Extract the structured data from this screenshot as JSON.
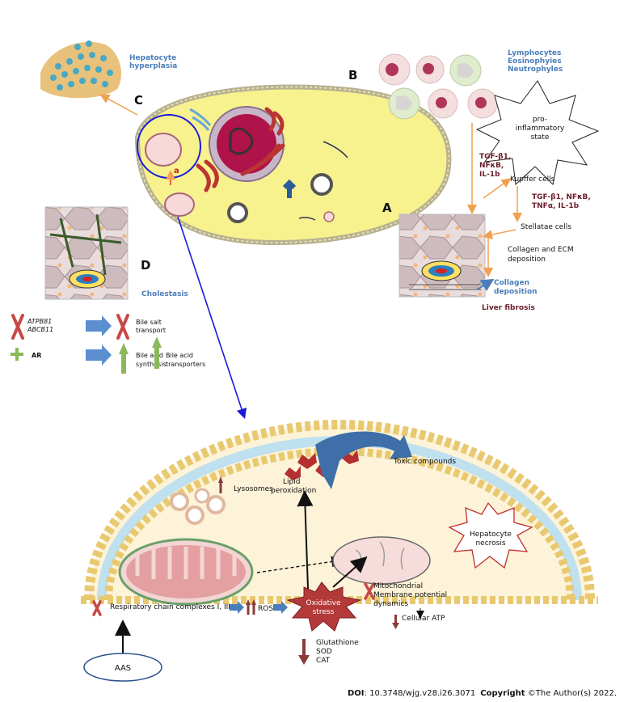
{
  "labels": {
    "panel_a": "A",
    "panel_b": "B",
    "panel_c": "C",
    "panel_d": "D",
    "small_a": "a",
    "hyperplasia_1": "Hepatocyte",
    "hyperplasia_2": "hyperplasia",
    "immune_1": "Lymphocytes",
    "immune_2": "Eosinophyies",
    "immune_3": "Neutrophyles",
    "proinflam_1": "pro-",
    "proinflam_2": "inflammatory",
    "proinflam_3": "state",
    "cyto1_1": "TGF-β1,",
    "cyto1_2": "NFκB,",
    "cyto1_3": "IL-1b",
    "kupffer": "Kupffer cells",
    "cyto2_1": "TGF-β1, NFκB,",
    "cyto2_2": "TNFα, IL-1b",
    "stellate": "Stellatae cells",
    "ecm_1": "Collagen and ECM",
    "ecm_2": "deposition",
    "collagen_1": "Collagen",
    "collagen_2": "deposition",
    "fibrosis": "Liver fibrosis",
    "cholestasis": "Cholestasis",
    "gene_1": "ATPB81",
    "gene_2": "ABCB11",
    "bile_salt_1": "Bile salt",
    "bile_salt_2": "transport",
    "ar": "AR",
    "bile_acid_syn_1": "Bile acid",
    "bile_acid_syn_2": "synthesis",
    "bile_acid_tr_1": "Bile acid",
    "bile_acid_tr_2": "transporters",
    "toxic": "Toxic compounds",
    "lipid_1": "Lipid",
    "lipid_2": "peroxidation",
    "lysosomes": "Lysosomes",
    "necrosis_1": "Hepatocyte",
    "necrosis_2": "necrosis",
    "mito_1": "Mitochondrial",
    "mito_2": "Membrane potential",
    "mito_3": "dynamics",
    "atp": "Cellular ATP",
    "resp": "Respiratory chain complexes I, III",
    "ros": "ROS",
    "ox_1": "Oxidative",
    "ox_2": "stress",
    "anti_1": "Glutathione",
    "anti_2": "SOD",
    "anti_3": "CAT",
    "aas": "AAS",
    "doi_label": "DOI",
    "doi_value": ": 10.3748/wjg.v28.i26.3071",
    "copyright_label": "Copyright",
    "copyright_value": " ©The Author(s) 2022."
  },
  "colors": {
    "blue_text": "#4a7ebb",
    "maroon_text": "#6b1d2a",
    "orange_arrow": "#f0a050",
    "blue_arrow": "#1a1adc",
    "cell_yellow": "#f7f28e",
    "down_arrow": "#8b3a3a"
  }
}
